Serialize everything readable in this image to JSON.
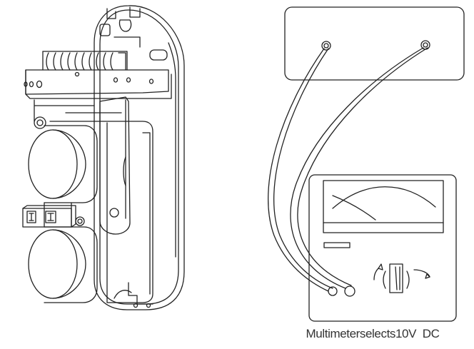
{
  "figure": {
    "caption": "Multimeterselects10V  DC",
    "line_color": "#222222",
    "background": "#ffffff"
  },
  "illustrations": [
    {
      "name": "photoelectric-detector",
      "icon": "detector-drawing"
    },
    {
      "name": "multimeter",
      "icon": "multimeter-drawing"
    }
  ]
}
